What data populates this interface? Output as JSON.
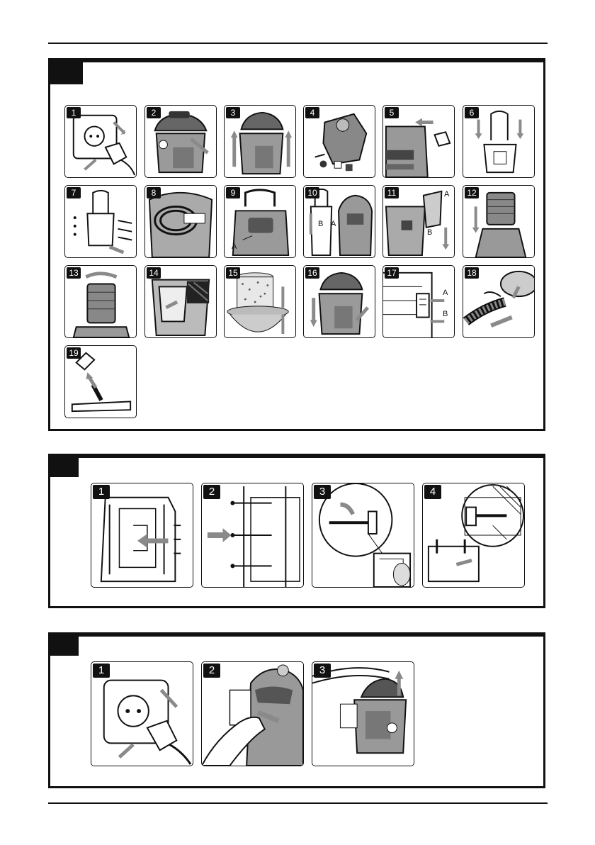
{
  "section_a": {
    "steps": [
      {
        "n": "1",
        "icon": "wall-socket-unplug-icon"
      },
      {
        "n": "2",
        "icon": "vacuum-latch-release-icon"
      },
      {
        "n": "3",
        "icon": "vacuum-lift-head-icon"
      },
      {
        "n": "4",
        "icon": "vacuum-parts-unpack-icon"
      },
      {
        "n": "5",
        "icon": "hose-connector-attach-icon"
      },
      {
        "n": "6",
        "icon": "wall-bracket-icon"
      },
      {
        "n": "7",
        "icon": "bracket-screws-icon"
      },
      {
        "n": "8",
        "icon": "hose-storage-icon"
      },
      {
        "n": "9",
        "icon": "vacuum-front-icon",
        "labels": [
          "A"
        ]
      },
      {
        "n": "10",
        "icon": "vacuum-hang-bracket-icon",
        "labels": [
          "B",
          "A"
        ]
      },
      {
        "n": "11",
        "icon": "container-empty-icon",
        "labels": [
          "A",
          "B"
        ]
      },
      {
        "n": "12",
        "icon": "filter-insert-icon"
      },
      {
        "n": "13",
        "icon": "filter-rotate-icon"
      },
      {
        "n": "14",
        "icon": "dust-bag-icon"
      },
      {
        "n": "15",
        "icon": "foam-filter-icon"
      },
      {
        "n": "16",
        "icon": "vacuum-close-latch-icon"
      },
      {
        "n": "17",
        "icon": "latch-detail-icon",
        "labels": [
          "A",
          "B"
        ]
      },
      {
        "n": "18",
        "icon": "hose-insert-icon"
      },
      {
        "n": "19",
        "icon": "floor-nozzle-icon"
      }
    ]
  },
  "section_b": {
    "steps": [
      {
        "n": "1",
        "icon": "bracket-front-icon"
      },
      {
        "n": "2",
        "icon": "bracket-wall-screws-icon"
      },
      {
        "n": "3",
        "icon": "anchor-detail-icon"
      },
      {
        "n": "4",
        "icon": "bracket-mounted-icon"
      }
    ]
  },
  "section_c": {
    "steps": [
      {
        "n": "1",
        "icon": "wall-socket-unplug-icon"
      },
      {
        "n": "2",
        "icon": "vacuum-release-icon"
      },
      {
        "n": "3",
        "icon": "vacuum-remove-icon"
      }
    ]
  },
  "colors": {
    "ink": "#111111",
    "arrow": "#8a8a8a",
    "panel_bg": "#ffffff"
  }
}
